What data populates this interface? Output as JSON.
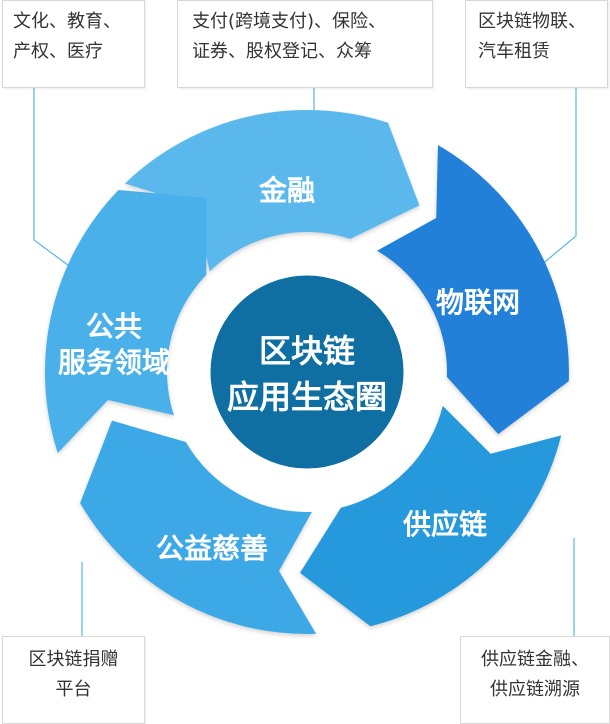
{
  "center": {
    "line1": "区块链",
    "line2": "应用生态圈"
  },
  "segments": [
    {
      "id": "finance",
      "label": "金融"
    },
    {
      "id": "iot",
      "label": "物联网"
    },
    {
      "id": "supply",
      "label": "供应链"
    },
    {
      "id": "charity",
      "label": "公益慈善"
    },
    {
      "id": "public",
      "label_line1": "公共",
      "label_line2": "服务领域"
    }
  ],
  "boxes": {
    "top_left": {
      "line1": "文化、教育、",
      "line2": "产权、医疗"
    },
    "top_center": {
      "line1": "支付(跨境支付)、保险、",
      "line2": "证券、股权登记、众筹"
    },
    "top_right": {
      "line1": "区块链物联、",
      "line2": "汽车租赁"
    },
    "bottom_left": {
      "line1": "区块链捐赠",
      "line2": "平台"
    },
    "bottom_right": {
      "line1": "供应链金融、",
      "line2": "供应链溯源"
    }
  },
  "colors": {
    "finance": "#5ab8ec",
    "iot": "#2080d8",
    "supply": "#2698dc",
    "charity": "#3ea8e6",
    "public": "#4ab0ea",
    "center": "#0f6fa2",
    "connector": "#5bb5e6"
  }
}
